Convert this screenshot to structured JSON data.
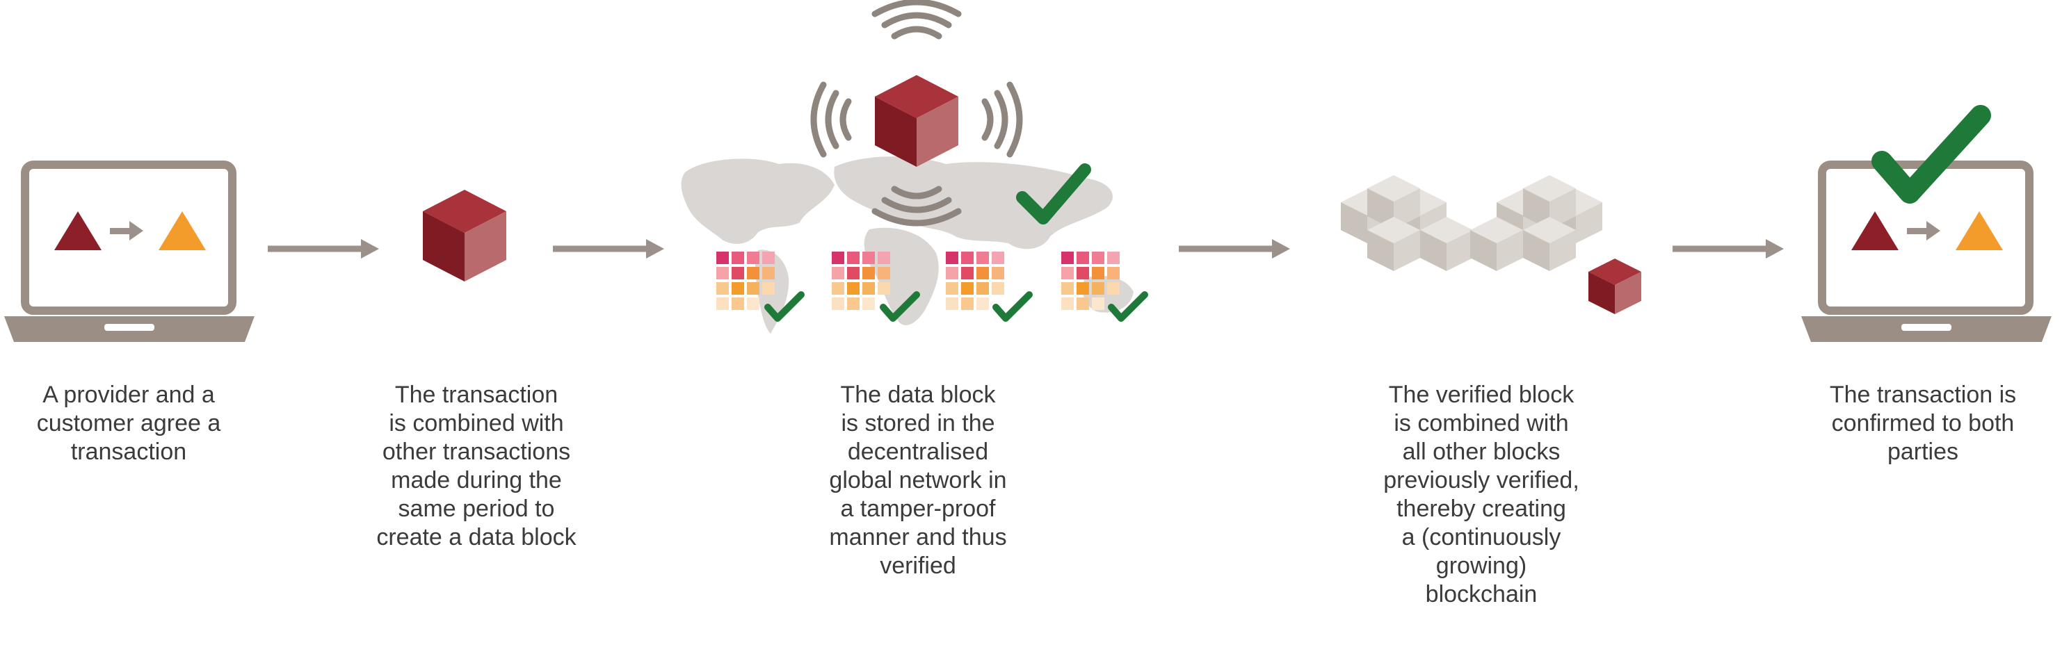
{
  "colors": {
    "block_dark": "#8c1f28",
    "block_mid": "#a8333a",
    "block_light": "#b86a6c",
    "orange": "#f39b2b",
    "laptop_frame": "#9b8f85",
    "arrow": "#9b918a",
    "check_green": "#1f7a3a",
    "grey_block": "#d5cfc9",
    "map": "#dad6d3",
    "caption_text": "#3b3b3b"
  },
  "steps": [
    {
      "icon": "laptop-icon",
      "caption_lines": [
        "A provider and a",
        "customer agree a",
        "transaction"
      ]
    },
    {
      "icon": "data-block-icon",
      "caption_lines": [
        "The transaction",
        "is combined with",
        "other transactions",
        "made during the",
        "same period to",
        "create a data block"
      ]
    },
    {
      "icon": "world-network-icon",
      "caption_lines": [
        "The data block",
        "is stored in the",
        "decentralised",
        "global network in",
        "a tamper-proof",
        "manner and thus",
        "verified"
      ]
    },
    {
      "icon": "blockchain-icon",
      "caption_lines": [
        "The verified block",
        "is combined with",
        "all other blocks",
        "previously verified,",
        "thereby creating",
        "a (continuously",
        "growing)",
        "blockchain"
      ]
    },
    {
      "icon": "laptop-confirmed-icon",
      "caption_lines": [
        "The transaction is",
        "confirmed to both",
        "parties"
      ]
    }
  ]
}
